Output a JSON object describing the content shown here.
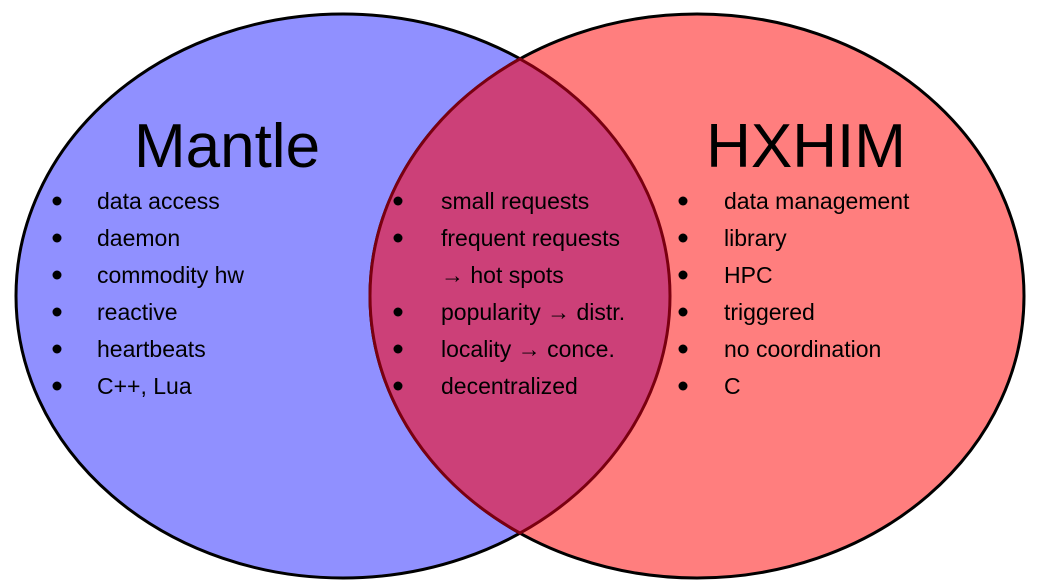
{
  "colors": {
    "left_fill": "#9090ff",
    "right_fill": "#ff7e7e",
    "overlap_fill": "#cc4078",
    "outline": "#000000",
    "overlap_outline": "#7a0010"
  },
  "left": {
    "title": "Mantle",
    "items": [
      "data access",
      "daemon",
      "commodity hw",
      "reactive",
      "heartbeats",
      "C++, Lua"
    ]
  },
  "center": {
    "items": [
      "small requests",
      "frequent requests",
      "→ hot spots",
      "popularity → distr.",
      "locality → conce.",
      "decentralized"
    ],
    "bullets": [
      true,
      true,
      false,
      true,
      true,
      true
    ]
  },
  "right": {
    "title": "HXHIM",
    "items": [
      "data management",
      "library",
      "HPC",
      "triggered",
      "no coordination",
      "C"
    ]
  }
}
